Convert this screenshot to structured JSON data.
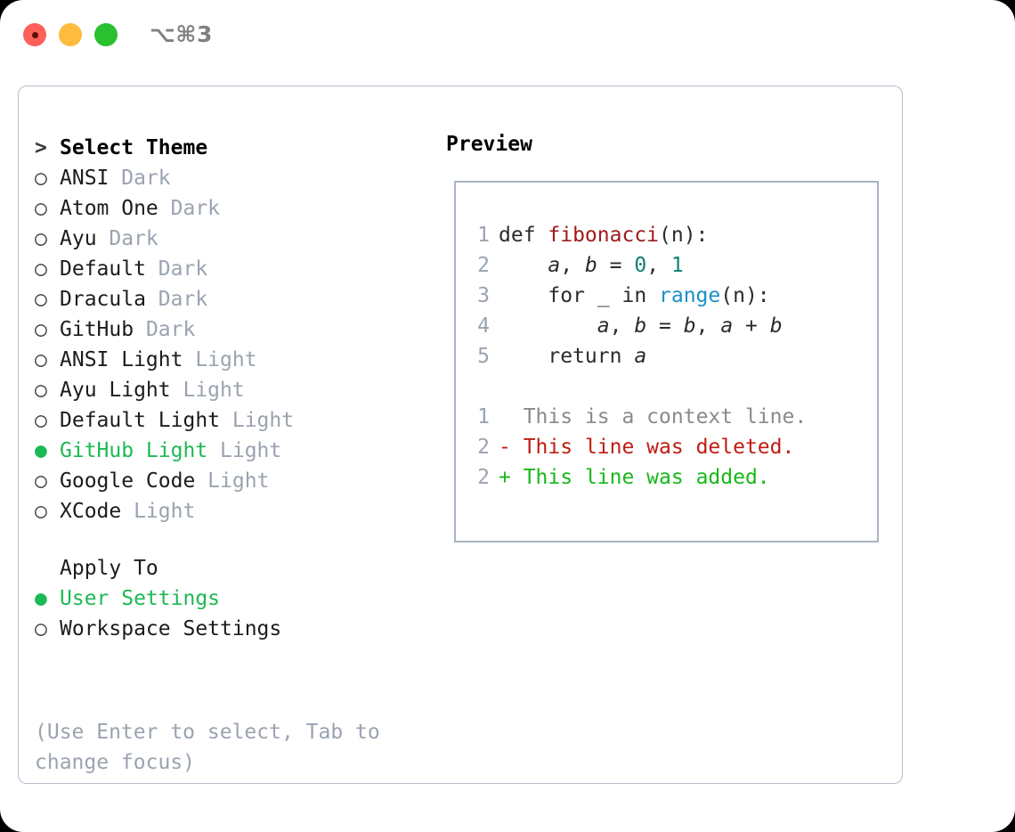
{
  "titlebar": {
    "shortcut": "⌥⌘3",
    "buttons": [
      "close",
      "minimize",
      "maximize"
    ]
  },
  "left_pane": {
    "heading": {
      "marker": ">",
      "label": "Select Theme"
    },
    "themes": [
      {
        "marker": "○",
        "label": "ANSI",
        "tag": "Dark",
        "selected": false
      },
      {
        "marker": "○",
        "label": "Atom One",
        "tag": "Dark",
        "selected": false
      },
      {
        "marker": "○",
        "label": "Ayu",
        "tag": "Dark",
        "selected": false
      },
      {
        "marker": "○",
        "label": "Default",
        "tag": "Dark",
        "selected": false
      },
      {
        "marker": "○",
        "label": "Dracula",
        "tag": "Dark",
        "selected": false
      },
      {
        "marker": "○",
        "label": "GitHub",
        "tag": "Dark",
        "selected": false
      },
      {
        "marker": "○",
        "label": "ANSI Light",
        "tag": "Light",
        "selected": false
      },
      {
        "marker": "○",
        "label": "Ayu Light",
        "tag": "Light",
        "selected": false
      },
      {
        "marker": "○",
        "label": "Default Light",
        "tag": "Light",
        "selected": false
      },
      {
        "marker": "●",
        "label": "GitHub Light",
        "tag": "Light",
        "selected": true
      },
      {
        "marker": "○",
        "label": "Google Code",
        "tag": "Light",
        "selected": false
      },
      {
        "marker": "○",
        "label": "XCode",
        "tag": "Light",
        "selected": false
      }
    ],
    "apply_to": {
      "heading": "Apply To",
      "options": [
        {
          "marker": "●",
          "label": "User Settings",
          "selected": true
        },
        {
          "marker": "○",
          "label": "Workspace Settings",
          "selected": false
        }
      ]
    },
    "help_text": "(Use Enter to select, Tab to change focus)"
  },
  "right_pane": {
    "title": "Preview",
    "code_lines": [
      {
        "n": "1",
        "tokens": [
          {
            "t": "def ",
            "c": "kw"
          },
          {
            "t": "fibonacci",
            "c": "fn"
          },
          {
            "t": "(n):",
            "c": "pl"
          }
        ]
      },
      {
        "n": "2",
        "tokens": [
          {
            "t": "    ",
            "c": "pl"
          },
          {
            "t": "a",
            "c": "var"
          },
          {
            "t": ", ",
            "c": "pl"
          },
          {
            "t": "b",
            "c": "var"
          },
          {
            "t": " = ",
            "c": "pl"
          },
          {
            "t": "0",
            "c": "num"
          },
          {
            "t": ", ",
            "c": "pl"
          },
          {
            "t": "1",
            "c": "num"
          }
        ]
      },
      {
        "n": "3",
        "tokens": [
          {
            "t": "    for _ in ",
            "c": "kw"
          },
          {
            "t": "range",
            "c": "bi"
          },
          {
            "t": "(n):",
            "c": "pl"
          }
        ]
      },
      {
        "n": "4",
        "tokens": [
          {
            "t": "        ",
            "c": "pl"
          },
          {
            "t": "a",
            "c": "var"
          },
          {
            "t": ", ",
            "c": "pl"
          },
          {
            "t": "b",
            "c": "var"
          },
          {
            "t": " = ",
            "c": "pl"
          },
          {
            "t": "b",
            "c": "var"
          },
          {
            "t": ", ",
            "c": "pl"
          },
          {
            "t": "a",
            "c": "var"
          },
          {
            "t": " + ",
            "c": "pl"
          },
          {
            "t": "b",
            "c": "var"
          }
        ]
      },
      {
        "n": "5",
        "tokens": [
          {
            "t": "    return ",
            "c": "kw"
          },
          {
            "t": "a",
            "c": "var"
          }
        ]
      }
    ],
    "diff_lines": [
      {
        "n": "1",
        "sign": " ",
        "text": " This is a context line.",
        "kind": "ctx"
      },
      {
        "n": "2",
        "sign": "-",
        "text": " This line was deleted.",
        "kind": "del"
      },
      {
        "n": "2",
        "sign": "+",
        "text": " This line was added.",
        "kind": "add"
      }
    ]
  },
  "colors": {
    "accent_green": "#1db954",
    "diff_add": "#18b818",
    "diff_del": "#c01c12",
    "muted": "#9aa3b0",
    "border": "#b6bfcc"
  }
}
